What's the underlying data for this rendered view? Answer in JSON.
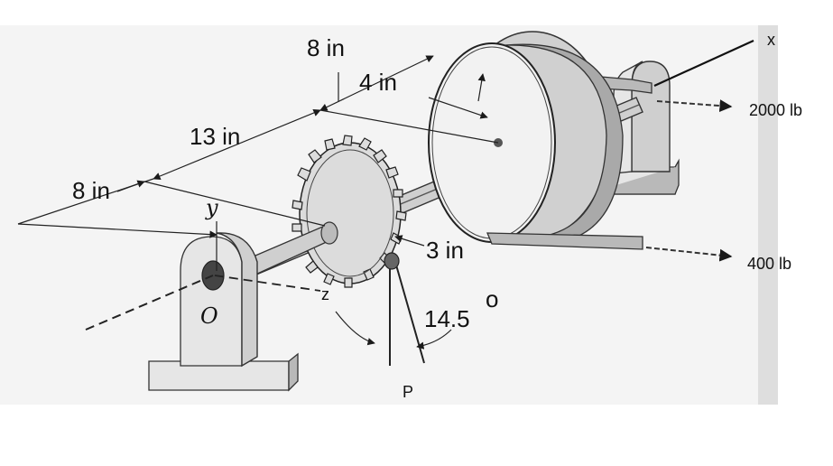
{
  "labels": {
    "dim_8in_top": "8 in",
    "dim_4in": "4 in",
    "dim_13in": "13 in",
    "dim_8in_left": "8 in",
    "dim_3in": "3 in",
    "angle": "14.5",
    "angle_degree": "o",
    "force_top": "2000 lb",
    "force_bottom": "400 lb",
    "force_p": "P",
    "axis_x": "x",
    "axis_y": "y",
    "axis_z": "z",
    "origin": "O"
  }
}
